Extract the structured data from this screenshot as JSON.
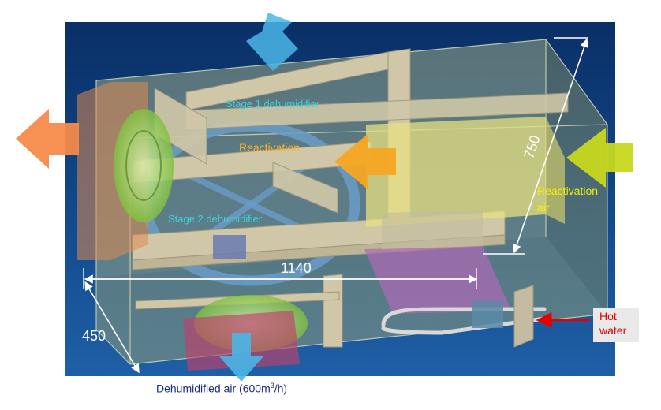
{
  "labels": {
    "stage1": "Stage 1 dehumidifier",
    "reactivation_inner": "Reactivation",
    "stage2": "Stage 2 dehumidifier",
    "reactivation_air_line1": "Reactivation",
    "reactivation_air_line2": "air",
    "hot_water_line1": "Hot",
    "hot_water_line2": "water",
    "dehumidified_air_prefix": "Dehumidified air (600m",
    "dehumidified_air_sup": "3",
    "dehumidified_air_suffix": "/h)"
  },
  "dimensions": {
    "width": "1140",
    "height": "750",
    "depth": "450"
  },
  "colors": {
    "background_top": "#0a2f66",
    "background_bottom": "#1f5fa6",
    "housing": "#8c9a7a",
    "panel": "#cfc7a8",
    "stage_text": "#3fd2d8",
    "reactivation_text": "#ffb020",
    "reactivation_air_text": "#f2f200",
    "hot_water_text": "#e60000",
    "dehumidified_text": "#1a2a8a",
    "exhaust_arrow": "#f58a4a",
    "intake_arrow": "#c8d81e",
    "inner_arrow": "#f6a623",
    "process_arrow": "#4ab6e8",
    "dim_line": "#ffffff"
  }
}
